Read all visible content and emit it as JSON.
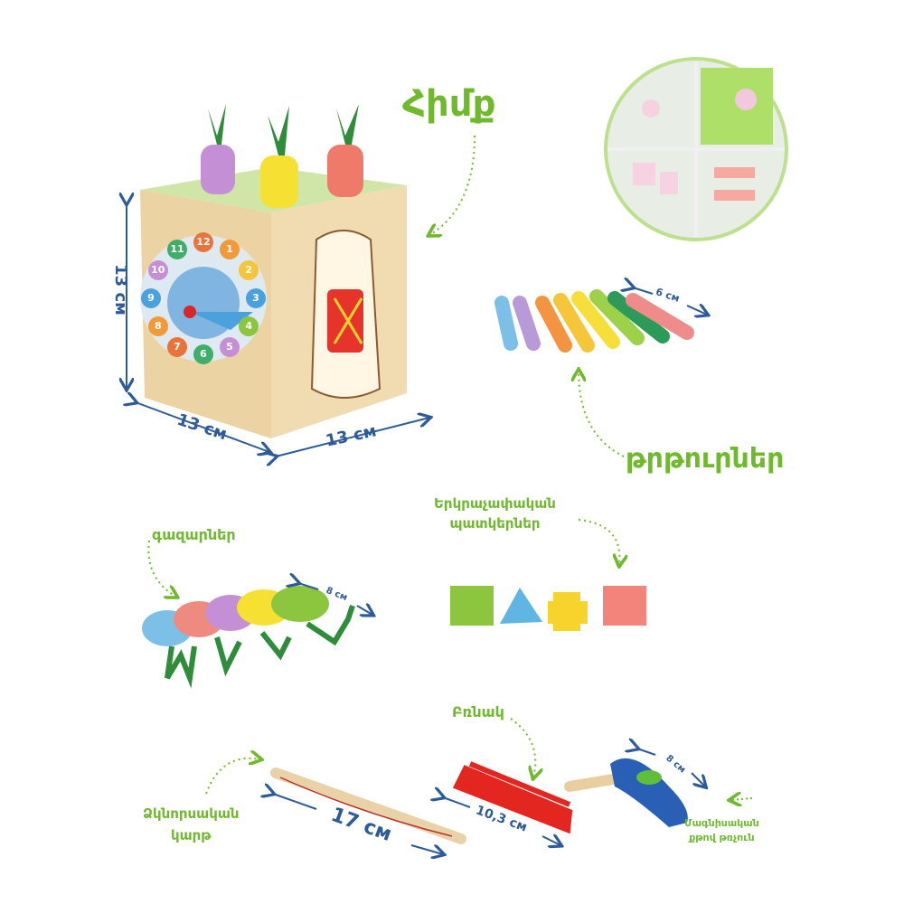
{
  "labels": {
    "base": "Հիմք",
    "caterpillars": "թրթուրներ",
    "geometric_shapes_line1": "Երկրաչափական",
    "geometric_shapes_line2": "պատկերներ",
    "carrots": "գազարներ",
    "handle": "Բռնակ",
    "fishing_rod_line1": "Ձկնորսական",
    "fishing_rod_line2": "կարթ",
    "magnetic_bird_line1": "Մագնիսական",
    "magnetic_bird_line2": "քթով թռչուն"
  },
  "dimensions": {
    "cube_height": "13 см",
    "cube_width": "13 см",
    "cube_depth": "13 см",
    "caterpillar_length": "6 см",
    "carrot_length": "8 см",
    "rod_length": "17 см",
    "tongs_length": "10,3 см",
    "bird_length": "8 см"
  },
  "clock_numbers": [
    "12",
    "1",
    "2",
    "3",
    "4",
    "5",
    "6",
    "7",
    "8",
    "9",
    "10",
    "11"
  ],
  "colors": {
    "label_green": "#6fb92c",
    "dimension_blue": "#2d5b9a",
    "wood": "#e9cf9f"
  }
}
